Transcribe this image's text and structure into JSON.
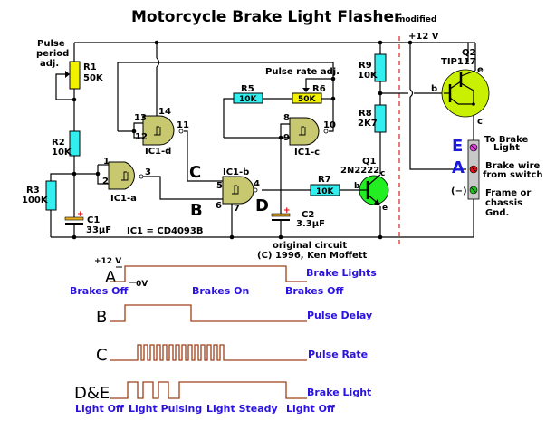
{
  "title": "Motorcycle Brake Light Flasher",
  "subtitle": "modified",
  "supply_label": "+12 V",
  "ic_note": "IC1 = CD4093B",
  "credit": [
    "original circuit",
    "(C) 1996, Ken Moffett"
  ],
  "components": {
    "R1": {
      "name": "R1",
      "value": "50K",
      "note": [
        "Pulse",
        "period",
        "adj."
      ]
    },
    "R2": {
      "name": "R2",
      "value": "10K"
    },
    "R3": {
      "name": "R3",
      "value": "100K"
    },
    "R5": {
      "name": "R5",
      "value": "10K"
    },
    "R6": {
      "name": "R6",
      "value": "50K",
      "note": "Pulse rate adj."
    },
    "R7": {
      "name": "R7",
      "value": "10K"
    },
    "R8": {
      "name": "R8",
      "value": "2K7"
    },
    "R9": {
      "name": "R9",
      "value": "10K"
    },
    "C1": {
      "name": "C1",
      "value": "33µF"
    },
    "C2": {
      "name": "C2",
      "value": "3.3µF"
    },
    "Q1": {
      "name": "Q1",
      "value": "2N2222"
    },
    "Q2": {
      "name": "Q2",
      "value": "TIP117"
    },
    "gates": {
      "a": {
        "name": "IC1-a",
        "pins": [
          "1",
          "2",
          "3"
        ]
      },
      "b": {
        "name": "IC1-b",
        "pins": [
          "5",
          "6",
          "4",
          "7"
        ]
      },
      "c": {
        "name": "IC1-c",
        "pins": [
          "8",
          "9",
          "10"
        ]
      },
      "d": {
        "name": "IC1-d",
        "pins": [
          "13",
          "12",
          "11",
          "14"
        ]
      }
    }
  },
  "transistor_pins": {
    "b": "b",
    "c": "c",
    "e": "e"
  },
  "node_labels": {
    "A": "A",
    "B": "B",
    "C": "C",
    "D": "D",
    "E": "E"
  },
  "connector": {
    "terminals": [
      {
        "label": "To Brake Light",
        "lines": [
          "To Brake",
          "Light"
        ],
        "color": "#e040e0",
        "node": "E"
      },
      {
        "label": "Brake wire from switch",
        "lines": [
          "Brake wire",
          "from switch"
        ],
        "color": "#e01010",
        "node": "A"
      },
      {
        "label": "Frame or chassis Gnd.",
        "lines": [
          "Frame or",
          "chassis",
          "Gnd."
        ],
        "color": "#20c020",
        "node": "(−)"
      }
    ]
  },
  "timing": {
    "level_high": "+12 V",
    "level_low": "0V",
    "rows": [
      {
        "signal": "A",
        "name": "Brake Lights",
        "captions": [
          "Brakes Off",
          "Brakes On",
          "Brakes Off"
        ]
      },
      {
        "signal": "B",
        "name": "Pulse Delay",
        "captions": []
      },
      {
        "signal": "C",
        "name": "Pulse Rate",
        "captions": []
      },
      {
        "signal": "D&E",
        "name": "Brake Light",
        "captions": [
          "Light Off",
          "Light Pulsing",
          "Light Steady",
          "Light Off"
        ]
      }
    ]
  },
  "colors": {
    "resistor": "#33eeee",
    "pot": "#f2f200",
    "gate": "#c8c870",
    "q1": "#22ee22",
    "q2": "#c8f000",
    "wave": "#a0401a",
    "caption": "#2a12e0",
    "divider": "#e02020"
  }
}
